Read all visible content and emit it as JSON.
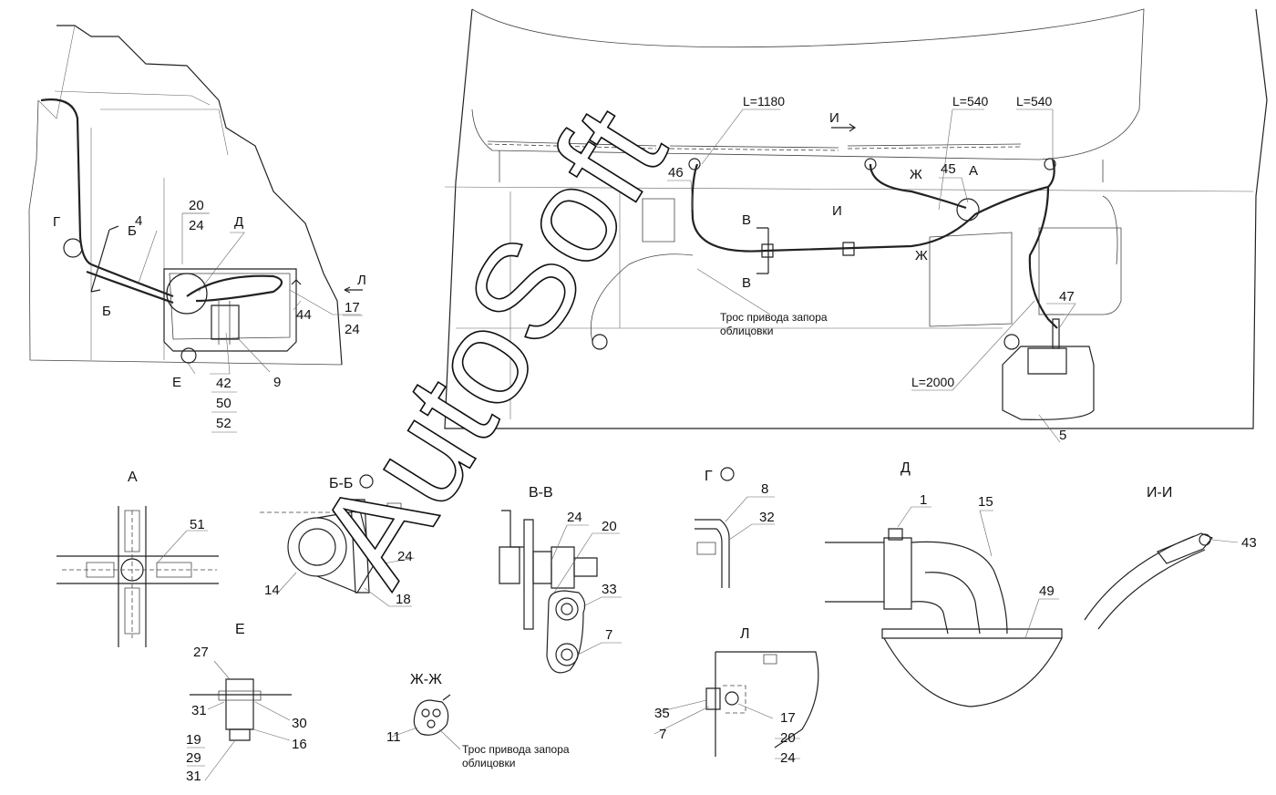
{
  "watermark": "AutoSoft",
  "main_view": {
    "callouts": {
      "c46": "46",
      "c45": "45",
      "c47": "47",
      "c5": "5"
    },
    "lengths": {
      "l1180": "L=1180",
      "l540a": "L=540",
      "l540b": "L=540",
      "l2000": "L=2000"
    },
    "section_marks": {
      "i_top": "И",
      "i_mid": "И",
      "zh_top": "Ж",
      "zh_bot": "Ж",
      "v_top": "В",
      "v_bot": "В",
      "a_mark": "А"
    },
    "cable_note_line1": "Трос привода запора",
    "cable_note_line2": "облицовки"
  },
  "left_view": {
    "callouts": {
      "c4": "4",
      "c20": "20",
      "c24": "24",
      "c9": "9",
      "c44": "44",
      "c17": "17",
      "c24b": "24",
      "c42": "42",
      "c50": "50",
      "c52": "52"
    },
    "marks": {
      "g": "Г",
      "b_top": "Б",
      "b_bot": "Б",
      "d": "Д",
      "l": "Л",
      "e": "Е"
    }
  },
  "details": {
    "a": {
      "title": "А",
      "c51": "51"
    },
    "bb": {
      "title": "Б-Б",
      "c14": "14",
      "c24": "24",
      "c18": "18"
    },
    "vv": {
      "title": "В-В",
      "c24": "24",
      "c20": "20",
      "c33": "33",
      "c7": "7"
    },
    "g": {
      "title": "Г",
      "c8": "8",
      "c32": "32"
    },
    "d": {
      "title": "Д",
      "c1": "1",
      "c15": "15",
      "c49": "49"
    },
    "ii": {
      "title": "И-И",
      "c43": "43"
    },
    "e": {
      "title": "Е",
      "c27": "27",
      "c31": "31",
      "c30": "30",
      "c16": "16",
      "c19": "19",
      "c29": "29",
      "c31b": "31"
    },
    "zhzh": {
      "title": "Ж-Ж",
      "c11": "11",
      "note1": "Трос привода запора",
      "note2": "облицовки"
    },
    "l": {
      "title": "Л",
      "c35": "35",
      "c7": "7",
      "c17": "17",
      "c20": "20",
      "c24": "24"
    }
  }
}
